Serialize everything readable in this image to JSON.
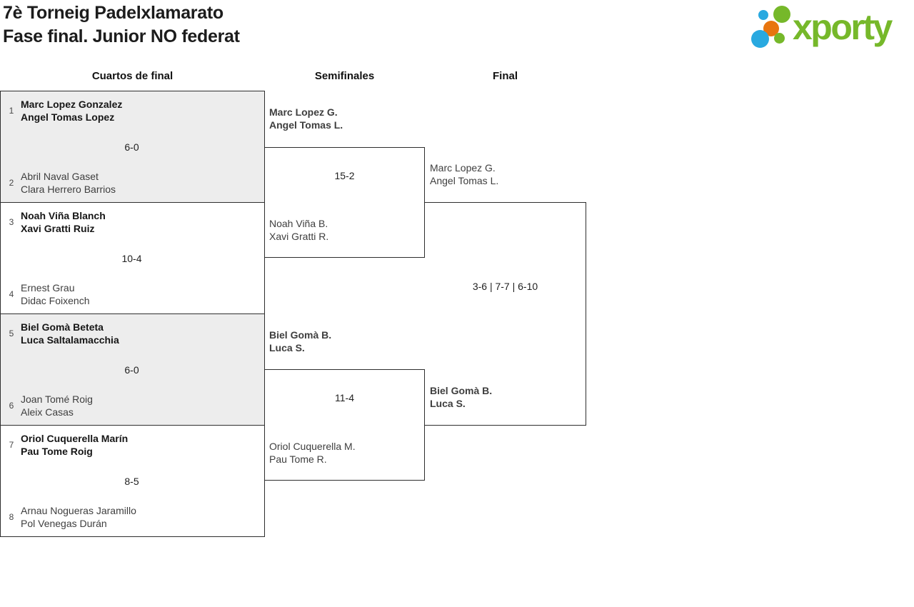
{
  "header": {
    "title_line1": "7è Torneig Padelxlamarato",
    "title_line2": "Fase final. Junior NO federat",
    "logo_text": "xporty"
  },
  "rounds": [
    "Cuartos de final",
    "Semifinales",
    "Final"
  ],
  "bracket": {
    "quarterfinals": [
      {
        "seed1": "1",
        "team1": [
          "Marc Lopez Gonzalez",
          "Angel Tomas Lopez"
        ],
        "score": "6-0",
        "seed2": "2",
        "team2": [
          "Abril Naval Gaset",
          "Clara Herrero Barrios"
        ],
        "winner": "team1"
      },
      {
        "seed1": "3",
        "team1": [
          "Noah Viña Blanch",
          "Xavi Gratti Ruiz"
        ],
        "score": "10-4",
        "seed2": "4",
        "team2": [
          "Ernest Grau",
          "Didac Foixench"
        ],
        "winner": "team1"
      },
      {
        "seed1": "5",
        "team1": [
          "Biel Gomà Beteta",
          "Luca Saltalamacchia"
        ],
        "score": "6-0",
        "seed2": "6",
        "team2": [
          "Joan Tomé Roig",
          "Aleix Casas"
        ],
        "winner": "team1"
      },
      {
        "seed1": "7",
        "team1": [
          "Oriol Cuquerella Marín",
          "Pau Tome Roig"
        ],
        "score": "8-5",
        "seed2": "8",
        "team2": [
          "Arnau Nogueras Jaramillo",
          "Pol Venegas Durán"
        ],
        "winner": "team1"
      }
    ],
    "semifinals": [
      {
        "team1": [
          "Marc Lopez G.",
          "Angel Tomas L."
        ],
        "score": "15-2",
        "team2": [
          "Noah Viña B.",
          "Xavi Gratti R."
        ],
        "winner": "team1"
      },
      {
        "team1": [
          "Biel Gomà B.",
          "Luca S."
        ],
        "score": "11-4",
        "team2": [
          "Oriol Cuquerella M.",
          "Pau Tome R."
        ],
        "winner": "team1"
      }
    ],
    "final": {
      "team1": [
        "Marc Lopez G.",
        "Angel Tomas L."
      ],
      "score": "3-6 | 7-7 | 6-10",
      "team2": [
        "Biel Gomà B.",
        "Luca S."
      ],
      "winner": "team2"
    }
  },
  "colors": {
    "brand_green": "#76b82a",
    "brand_blue": "#29a9e0",
    "brand_orange": "#e8750f",
    "box_alt_background": "#ededed",
    "box_border": "#2e2e2e"
  }
}
